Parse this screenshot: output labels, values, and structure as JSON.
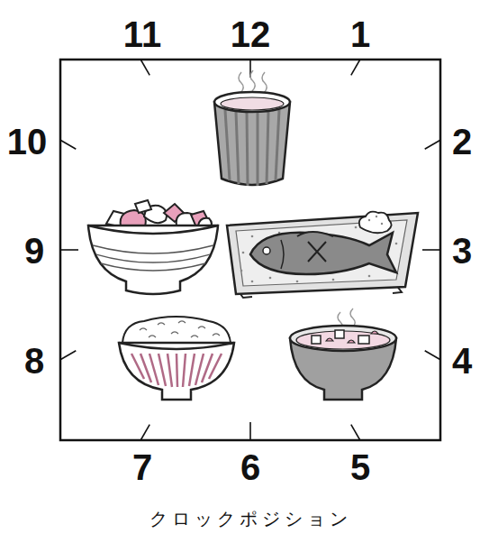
{
  "diagram": {
    "caption": "クロックポジション",
    "labels": [
      "11",
      "12",
      "1",
      "10",
      "2",
      "9",
      "3",
      "8",
      "4",
      "7",
      "6",
      "5"
    ]
  }
}
